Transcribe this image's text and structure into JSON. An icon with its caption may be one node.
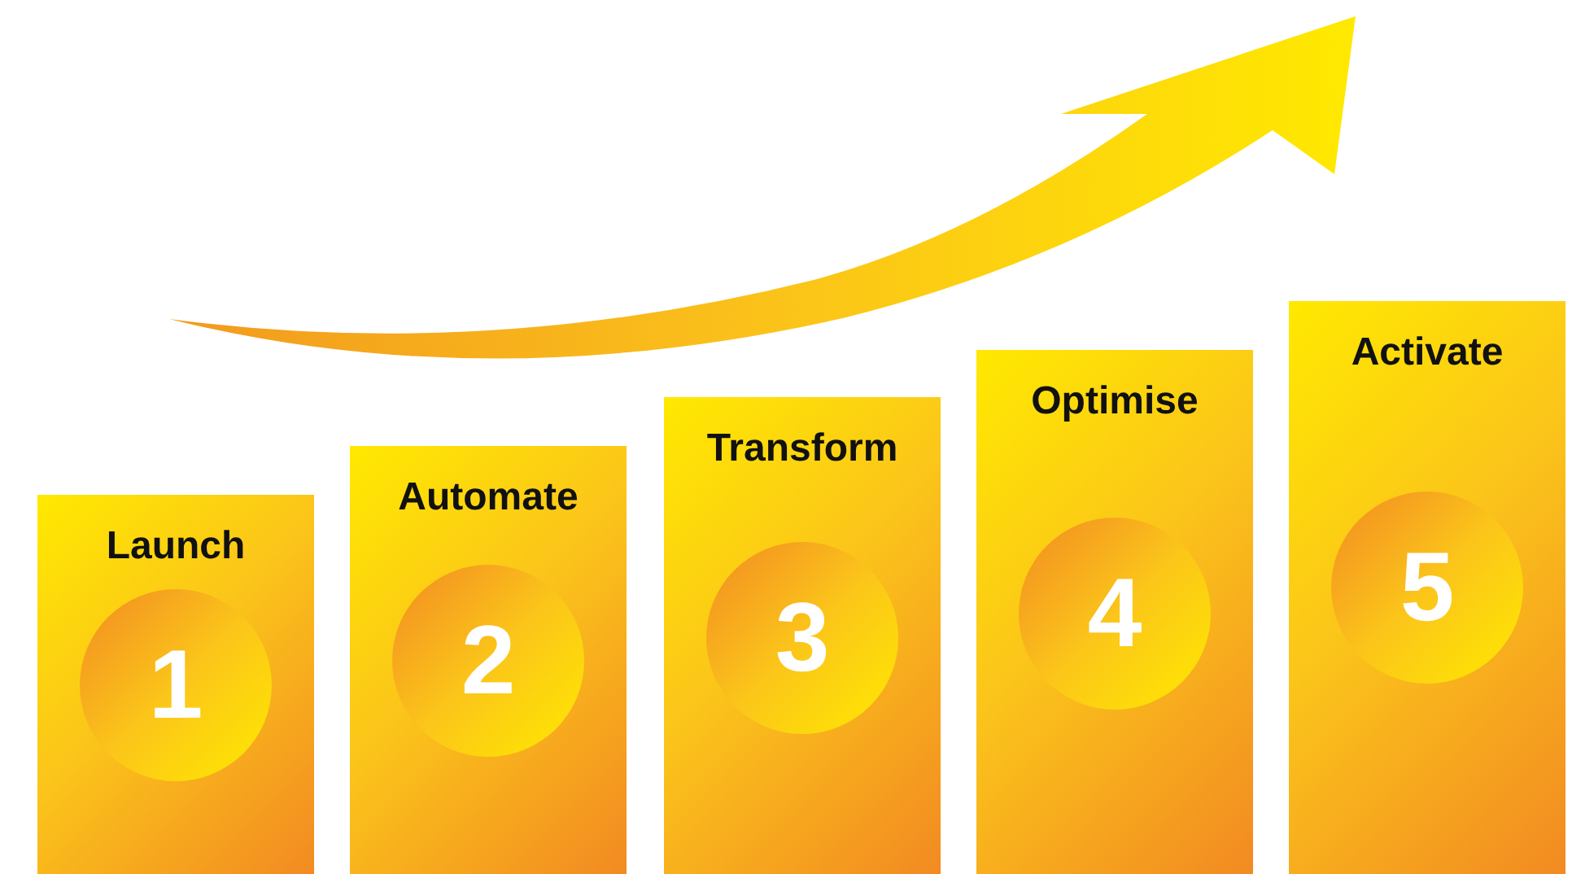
{
  "diagram": {
    "nodes": [
      {
        "text": [
          "Launch"
        ]
      },
      {
        "text": [
          "1"
        ],
        "in": 0
      },
      {
        "text": [
          "Automate"
        ]
      },
      {
        "text": [
          "2"
        ],
        "in": 2
      },
      {
        "text": [
          "Transform"
        ]
      },
      {
        "text": [
          "3"
        ],
        "in": 4
      },
      {
        "text": [
          "Optimise"
        ]
      },
      {
        "text": [
          "4"
        ],
        "in": 6
      },
      {
        "text": [
          "Activate"
        ]
      },
      {
        "text": [
          "5"
        ],
        "in": 8
      }
    ],
    "edges": []
  }
}
